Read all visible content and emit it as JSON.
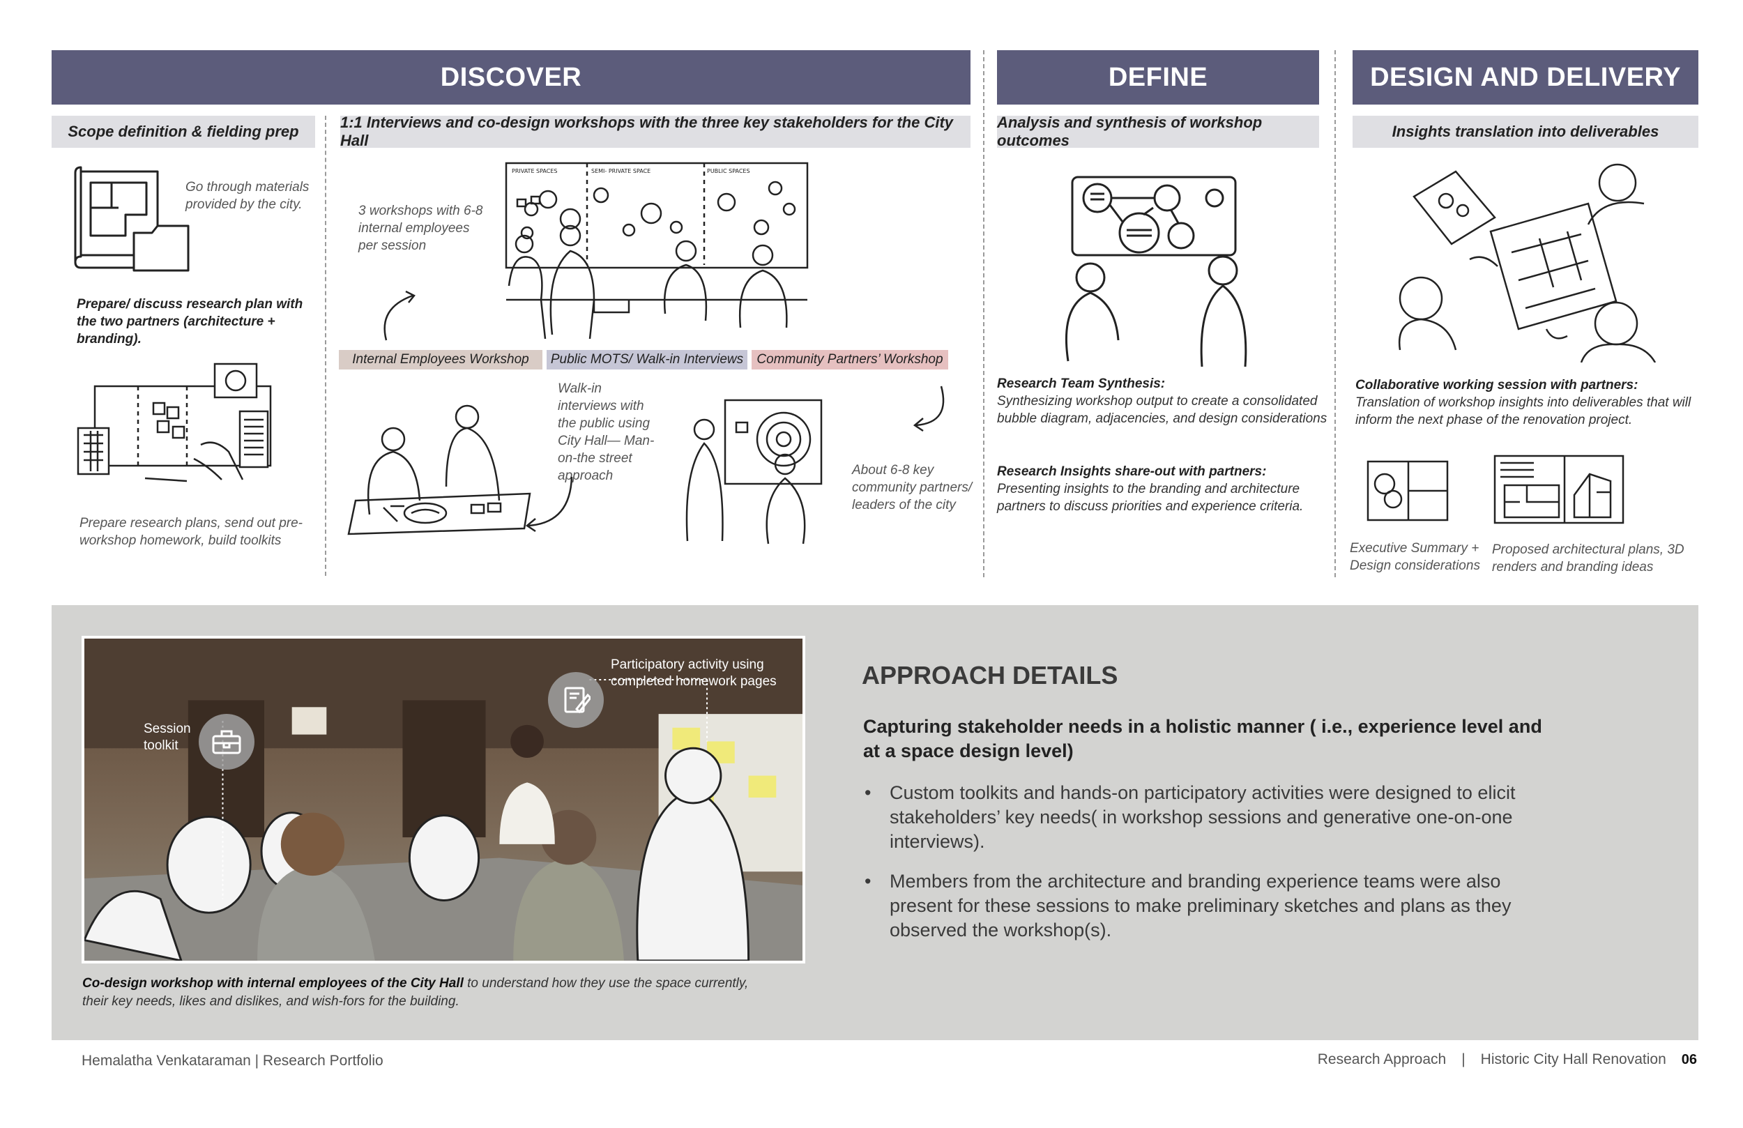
{
  "phases": {
    "discover": {
      "title": "DISCOVER",
      "scope_sub": "Scope definition & fielding prep",
      "interviews_sub": "1:1 Interviews and co-design workshops with the three key stakeholders for the City Hall",
      "note_materials": "Go through materials provided by the city.",
      "note_plan": "Prepare/ discuss research plan with the two partners (architecture + branding).",
      "note_prepare": "Prepare research plans, send out pre-workshop homework, build toolkits",
      "note_workshops": "3 workshops with 6-8 internal employees per session",
      "note_walkin": "Walk-in interviews with the public using City Hall— Man-on-the street approach",
      "note_community": "About 6-8 key community partners/ leaders of the city",
      "board_labels": [
        "PRIVATE SPACES",
        "SEMI- PRIVATE SPACE",
        "PUBLIC SPACES"
      ],
      "tags": [
        {
          "label": "Internal Employees Workshop",
          "color": "#d9ccc6"
        },
        {
          "label": "Public MOTS/ Walk-in Interviews",
          "color": "#c6c6d6"
        },
        {
          "label": "Community Partners’ Workshop",
          "color": "#e6c0c0"
        }
      ]
    },
    "define": {
      "title": "DEFINE",
      "sub": "Analysis and synthesis of workshop outcomes",
      "synth_title": "Research Team Synthesis:",
      "synth_text": "Synthesizing workshop output to create a consolidated bubble diagram, adjacencies, and design considerations",
      "share_title": "Research Insights share-out with partners:",
      "share_text": "Presenting insights to the branding and architecture partners to discuss priorities and experience criteria."
    },
    "delivery": {
      "title": "DESIGN AND DELIVERY",
      "sub": "Insights translation into deliverables",
      "collab_title": "Collaborative working session with partners:",
      "collab_text": "Translation of workshop insights into deliverables that will inform the next phase of the renovation project.",
      "exec_label": "Executive Summary + Design considerations",
      "plans_label": "Proposed architectural plans, 3D renders and branding ideas"
    }
  },
  "photo": {
    "session_label": "Session toolkit",
    "activity_label": "Participatory activity using completed homework pages",
    "caption_bold": "Co-design workshop with internal employees of the City Hall",
    "caption_rest": " to understand how they use the space currently, their key needs, likes and dislikes, and wish-fors for the building."
  },
  "approach": {
    "title": "APPROACH DETAILS",
    "subtitle": "Capturing stakeholder needs in a holistic manner ( i.e., experience level and at a space design level)",
    "bullets": [
      "Custom toolkits and hands-on participatory activities were designed to elicit stakeholders’ key needs( in workshop sessions and generative one-on-one interviews).",
      "Members from the architecture and branding experience teams were also present for these sessions to make preliminary sketches and plans as they observed the workshop(s)."
    ]
  },
  "footer": {
    "author": "Hemalatha Venkataraman | Research Portfolio",
    "section": "Research Approach",
    "separator": "|",
    "project": "Historic City Hall Renovation",
    "page": "06"
  },
  "colors": {
    "header_bg": "#5c5c7b",
    "subheader_bg": "#dfdfe3",
    "band_bg": "#d3d3d1"
  }
}
